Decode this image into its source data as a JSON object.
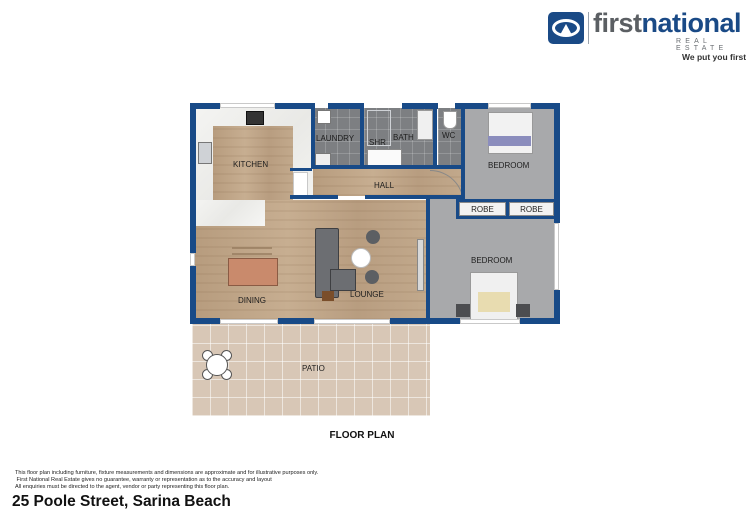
{
  "brand": {
    "name_first": "first",
    "name_second": "national",
    "subtitle": "REAL ESTATE",
    "tagline": "We put you first",
    "colors": {
      "primary": "#1a4a86",
      "secondary": "#5b5f63"
    },
    "icon": "first-national-logo-icon"
  },
  "floor_plan": {
    "title": "FLOOR PLAN",
    "wall_color": "#184a87",
    "rooms": {
      "kitchen": "KITCHEN",
      "laundry": "LAUNDRY",
      "shower": "SHR",
      "bath": "BATH",
      "wc": "WC",
      "bedroom_1": "BEDROOM",
      "hall": "HALL",
      "robe_1": "ROBE",
      "robe_2": "ROBE",
      "bedroom_2": "BEDROOM",
      "dining": "DINING",
      "lounge": "LOUNGE",
      "patio": "PATIO"
    }
  },
  "disclaimer": {
    "line1": "This floor plan including furniture, fixture measurements and dimensions are approximate and for illustrative purposes only.",
    "line2": " First National Real Estate gives no guarantee, warranty or representation as to the accuracy and layout",
    "line3": "All enquiries must be directed to the agent, vendor or party representing this floor plan."
  },
  "address": "25 Poole Street, Sarina Beach"
}
